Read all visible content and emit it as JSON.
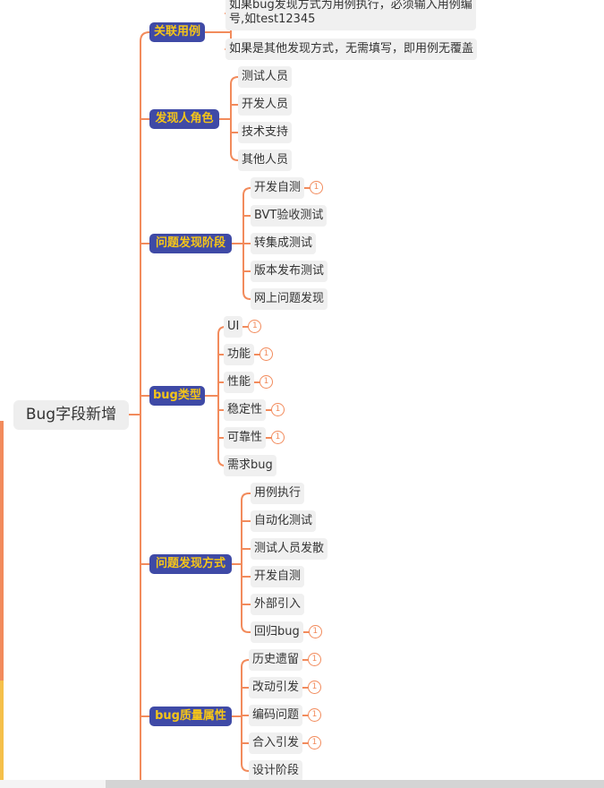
{
  "root": {
    "label": "Bug字段新增"
  },
  "colors": {
    "branch": "#f28b5c",
    "category_bg": "#3f4aa6",
    "category_text": "#f5c518",
    "leaf_bg": "#f0f0f0"
  },
  "badge_text": "1",
  "categories": [
    {
      "label": "关联用例",
      "children": [
        {
          "lines": [
            "如果bug发现方式为用例执行，必须输入用例编",
            "号,如test12345"
          ]
        },
        {
          "label": "如果是其他发现方式，无需填写，即用例无覆盖"
        }
      ]
    },
    {
      "label": "发现人角色",
      "children": [
        {
          "label": "测试人员"
        },
        {
          "label": "开发人员"
        },
        {
          "label": "技术支持"
        },
        {
          "label": "其他人员"
        }
      ]
    },
    {
      "label": "问题发现阶段",
      "children": [
        {
          "label": "开发自测",
          "badge": true
        },
        {
          "label": "BVT验收测试"
        },
        {
          "label": "转集成测试"
        },
        {
          "label": "版本发布测试"
        },
        {
          "label": "网上问题发现"
        }
      ]
    },
    {
      "label": "bug类型",
      "children": [
        {
          "label": "UI",
          "badge": true
        },
        {
          "label": "功能",
          "badge": true
        },
        {
          "label": "性能",
          "badge": true
        },
        {
          "label": "稳定性",
          "badge": true
        },
        {
          "label": "可靠性",
          "badge": true
        },
        {
          "label": "需求bug"
        }
      ]
    },
    {
      "label": "问题发现方式",
      "children": [
        {
          "label": "用例执行"
        },
        {
          "label": "自动化测试"
        },
        {
          "label": "测试人员发散"
        },
        {
          "label": "开发自测"
        },
        {
          "label": "外部引入"
        },
        {
          "label": "回归bug",
          "badge": true
        }
      ]
    },
    {
      "label": "bug质量属性",
      "children": [
        {
          "label": "历史遗留",
          "badge": true
        },
        {
          "label": "改动引发",
          "badge": true
        },
        {
          "label": "编码问题",
          "badge": true
        },
        {
          "label": "合入引发",
          "badge": true
        },
        {
          "label": "设计阶段"
        }
      ]
    }
  ]
}
